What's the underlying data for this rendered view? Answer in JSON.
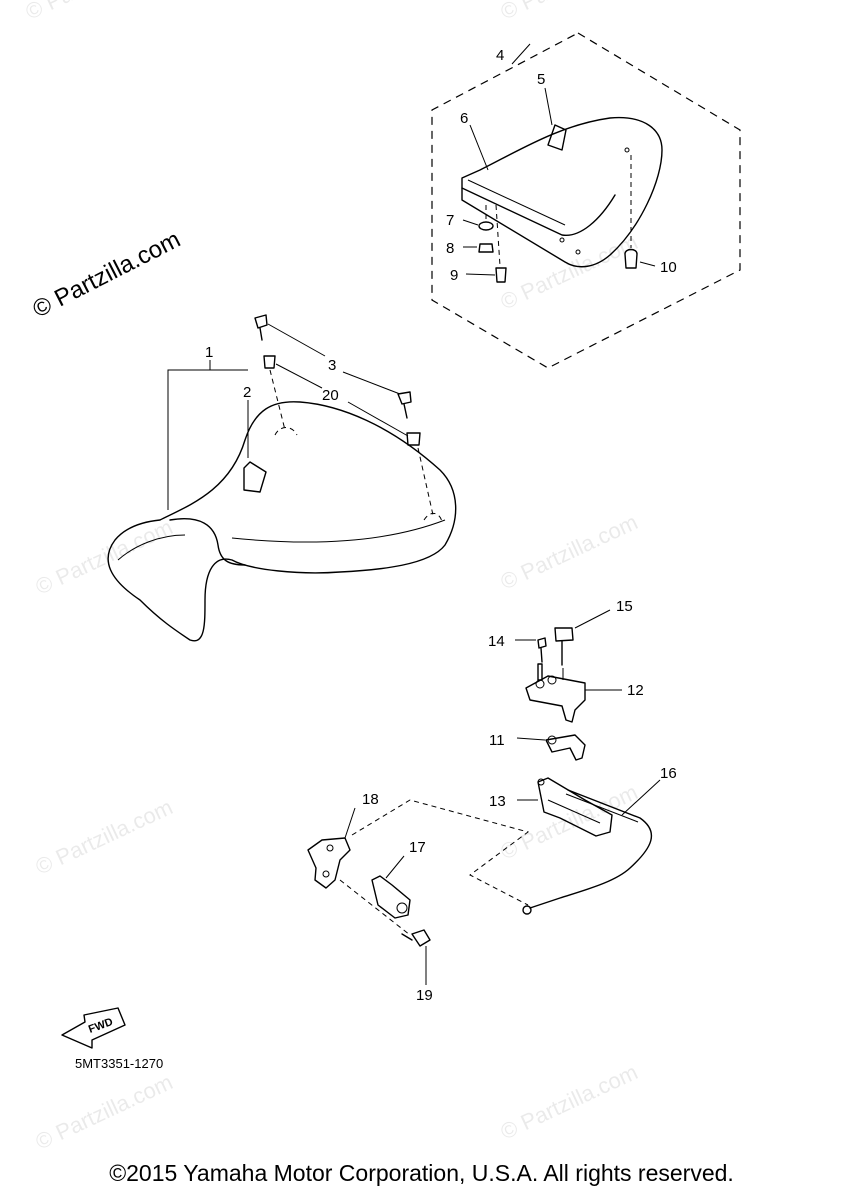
{
  "watermark": {
    "main": "© Partzilla.com",
    "faint": "© Partzilla.com"
  },
  "callouts": {
    "p1": "1",
    "p2": "2",
    "p3": "3",
    "p4": "4",
    "p5": "5",
    "p6": "6",
    "p7": "7",
    "p8": "8",
    "p9": "9",
    "p10": "10",
    "p11": "11",
    "p12": "12",
    "p13": "13",
    "p14": "14",
    "p15": "15",
    "p16": "16",
    "p17": "17",
    "p18": "18",
    "p19": "19",
    "p20": "20"
  },
  "fwd_label": "FWD",
  "diagram_code": "5MT3351-1270",
  "copyright": "©2015 Yamaha Motor Corporation, U.S.A. All rights reserved."
}
